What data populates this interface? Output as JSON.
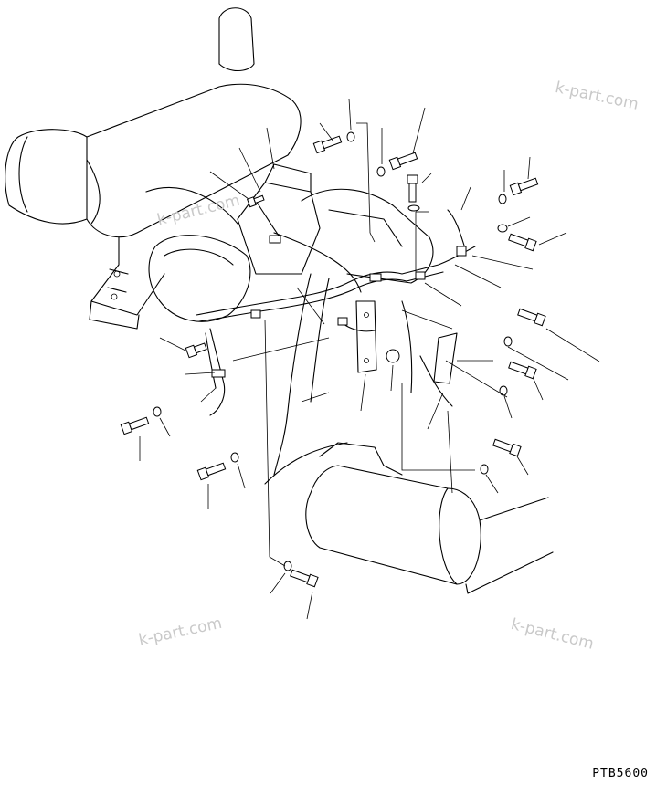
{
  "watermarks": [
    "k-part.com",
    "k-part.com",
    "k-part.com",
    "k-part.com"
  ],
  "diagram_code": "PTB5600",
  "colors": {
    "line": "#000000",
    "watermark": "#c9c9c9",
    "background": "#ffffff"
  }
}
